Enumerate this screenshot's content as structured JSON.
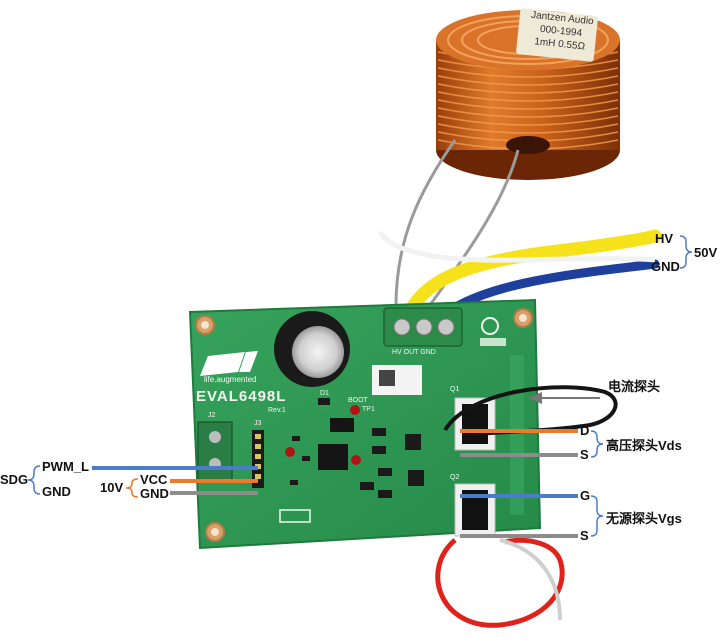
{
  "coil": {
    "label_line1": "Jantzen Audio",
    "label_line2": "000-1994",
    "label_line3": "1mH 0.55Ω"
  },
  "board": {
    "name": "EVAL6498L",
    "tagline": "life.augmented",
    "rev": "Rev.1",
    "connector_labels": "HV  OUT  GND",
    "j2": "J2",
    "j3": "J3",
    "boot": "BOOT",
    "tp1": "TP1",
    "q1": "Q1",
    "q2": "Q2",
    "d1": "D1"
  },
  "labels": {
    "hv": "HV",
    "gnd_power": "GND",
    "v50": "50V",
    "current_probe": "电流探头",
    "d": "D",
    "s1": "S",
    "hv_probe_vds": "高压探头Vds",
    "g": "G",
    "s2": "S",
    "passive_probe_vgs": "无源探头Vgs",
    "sdg": "SDG",
    "pwm_l": "PWM_L",
    "gnd_sdg": "GND",
    "v10": "10V",
    "vcc": "VCC",
    "gnd_10v": "GND"
  },
  "colors": {
    "pcb": "#2f9a55",
    "coil_copper": "#d2691e",
    "wire_yellow": "#f5e21b",
    "wire_blue": "#1e3f9c",
    "wire_red": "#e0231a",
    "probe_blue": "#4a7cc9",
    "probe_orange": "#ec7a2b",
    "probe_gray": "#8c8c8c"
  }
}
